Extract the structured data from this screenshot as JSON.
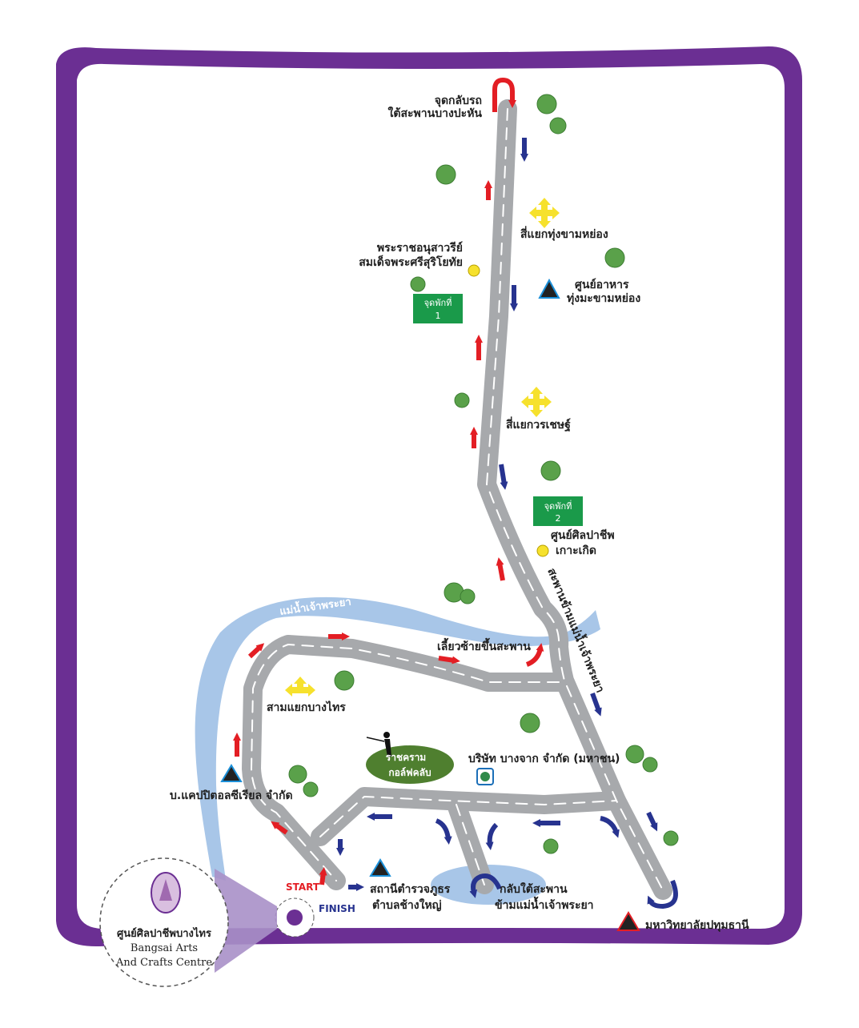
{
  "colors": {
    "frame": "#6b2f93",
    "road": "#a7a9ac",
    "road_dash": "#ffffff",
    "river": "#a8c6e8",
    "arrow_out": "#e31e24",
    "arrow_back": "#27338f",
    "checkpoint": "#1a9a4a",
    "junction": "#f6e12d",
    "tree": "#5aa14a",
    "golf": "#4f7f2f"
  },
  "labels": {
    "uturn": [
      "จุดกลับรถ",
      "ใต้สะพานบางปะหัน"
    ],
    "monument": [
      "พระราชอนุสาวรีย์",
      "สมเด็จพระศรีสุริโยทัย"
    ],
    "junction_thungkham": "สี่แยกทุ่งขามหย่อง",
    "food_center": [
      "ศูนย์อาหาร",
      "ทุ่งมะขามหย่อง"
    ],
    "checkpoint_1": [
      "จุดพักที่",
      "1"
    ],
    "junction_worachet": "สี่แยกวรเชษฐ์",
    "checkpoint_2": [
      "จุดพักที่",
      "2"
    ],
    "koh_kerd": [
      "ศูนย์ศิลปาชีพ",
      "เกาะเกิด"
    ],
    "bridge": "สะพานข้ามแม่น้ำเจ้าพระยา",
    "river": "แม่น้ำเจ้าพระยา",
    "turn_left": "เลี้ยวซ้ายขึ้นสะพาน",
    "three_way": "สามแยกบางไทร",
    "golf": [
      "ราชคราม",
      "กอล์ฟคลับ"
    ],
    "bangchak": "บริษัท บางจาก จำกัด (มหาชน)",
    "capital": "บ.แคปปิตอลซีเรียล จำกัด",
    "police": [
      "สถานีตำรวจภูธร",
      "ตำบลช้างใหญ่"
    ],
    "return_under": [
      "กลับใต้สะพาน",
      "ข้ามแม่น้ำเจ้าพระยา"
    ],
    "university": "มหาวิทยาลัยปทุมธานี",
    "start": "START",
    "finish": "FINISH",
    "centre": [
      "ศูนย์ศิลปาชีพบางไทร",
      "Bangsai Arts",
      "And Crafts Centre"
    ]
  }
}
